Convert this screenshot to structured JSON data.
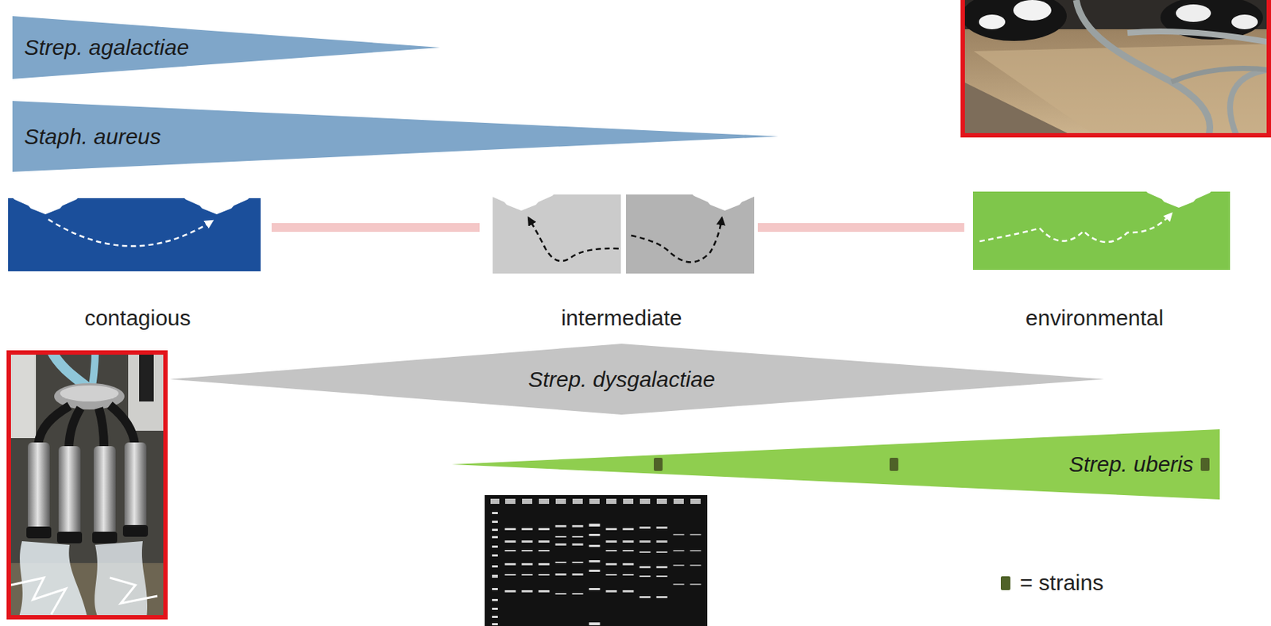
{
  "diagram": {
    "nodes": [
      {
        "text": [
          "Strep. agalactiae"
        ]
      },
      {
        "text": [
          "Staph. aureus"
        ]
      },
      {
        "text": [
          "Strep. dysgalactiae"
        ]
      },
      {
        "text": [
          "Strep. uberis"
        ]
      }
    ],
    "labels": [
      "contagious",
      "intermediate",
      "environmental"
    ],
    "legend": [
      {
        "text": "= strains",
        "color": "#4f6228"
      }
    ]
  }
}
